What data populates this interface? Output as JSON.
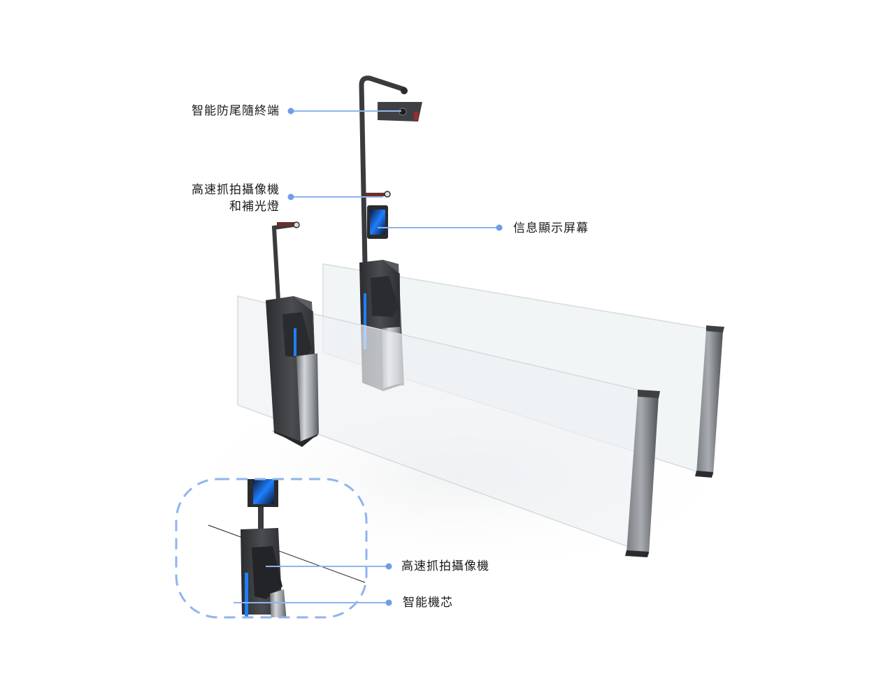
{
  "callouts": {
    "anti_tailgate": "智能防尾隨終端",
    "camera_light_line1": "高速抓拍攝像機",
    "camera_light_line2": "和補光燈",
    "display": "信息顯示屏幕",
    "highspeed_camera": "高速抓拍攝像機",
    "smart_core": "智能機芯"
  },
  "colors": {
    "callout_line": "#8fb4ee",
    "callout_dot": "#6f9ee8",
    "dashed_frame": "#8fb4ee",
    "body_dark": "#3a3b3e",
    "body_steel": "#b9bcc0",
    "screen_blue": "#1e7fff",
    "glass": "#e9edf0"
  }
}
